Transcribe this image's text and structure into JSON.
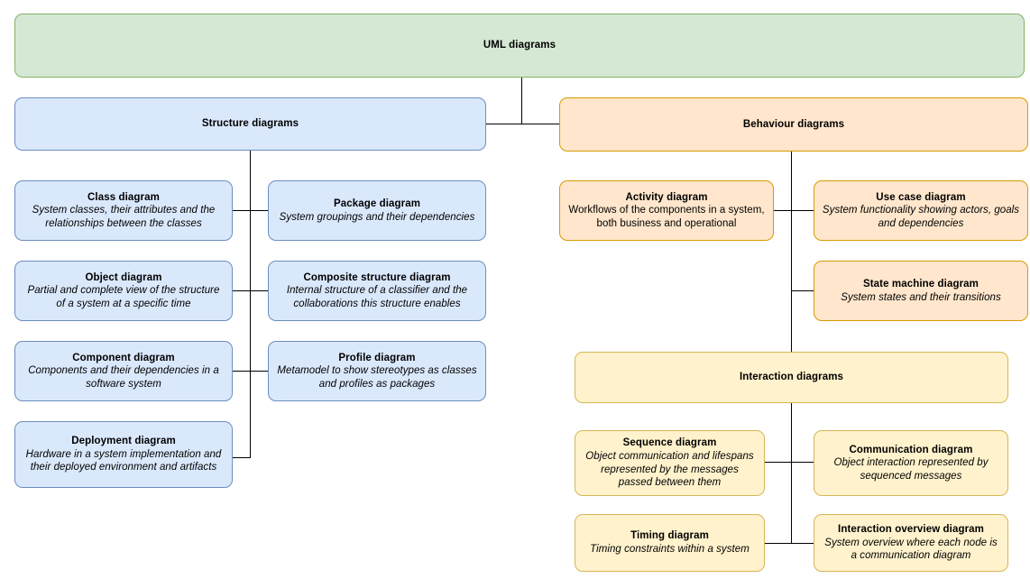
{
  "diagram": {
    "title": "UML diagrams",
    "colors": {
      "green_fill": "#d5e8d4",
      "green_border": "#82b366",
      "blue_fill": "#dae8fc",
      "blue_border": "#6c8ebf",
      "orange_fill": "#ffe6cc",
      "orange_border": "#d79b00",
      "yellow_fill": "#fff2cc",
      "yellow_border": "#d6b656",
      "connector": "#000000"
    }
  },
  "root": {
    "label": "UML diagrams"
  },
  "structure": {
    "label": "Structure diagrams",
    "children": [
      {
        "title": "Class diagram",
        "desc": "System classes, their attributes and  the relationships between the classes"
      },
      {
        "title": "Package diagram",
        "desc": "System groupings and their dependencies"
      },
      {
        "title": "Object diagram",
        "desc": "Partial and complete view of the structure of a system at a specific time"
      },
      {
        "title": "Composite structure diagram",
        "desc": "Internal structure of a classifier and the collaborations this structure enables"
      },
      {
        "title": "Component diagram",
        "desc": "Components and their dependencies in a software system"
      },
      {
        "title": "Profile diagram",
        "desc": "Metamodel to show stereotypes as classes and profiles as packages"
      },
      {
        "title": "Deployment diagram",
        "desc": "Hardware in a system implementation and their deployed environment and artifacts"
      }
    ]
  },
  "behaviour": {
    "label": "Behaviour diagrams",
    "children": [
      {
        "title": "Activity diagram",
        "desc": "Workflows of the components in a system, both business and operational"
      },
      {
        "title": "Use case diagram",
        "desc": "System functionality showing actors, goals and dependencies"
      },
      {
        "title": "State machine diagram",
        "desc": "System states and their transitions"
      }
    ]
  },
  "interaction": {
    "label": "Interaction diagrams",
    "children": [
      {
        "title": "Sequence diagram",
        "desc": "Object communication and lifespans represented by the messages passed between them"
      },
      {
        "title": "Communication diagram",
        "desc": "Object interaction represented by sequenced messages"
      },
      {
        "title": "Timing diagram",
        "desc": "Timing constraints within a system"
      },
      {
        "title": "Interaction overview diagram",
        "desc": "System overview where each node is a communication diagram"
      }
    ]
  }
}
